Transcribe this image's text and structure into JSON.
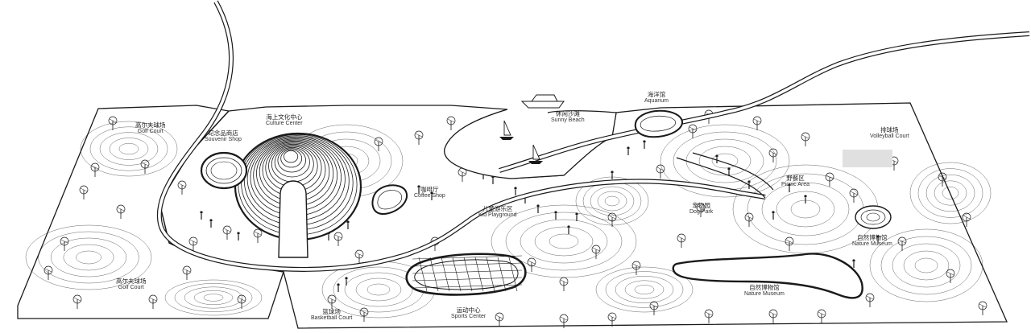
{
  "colors": {
    "ink": "#1a1a1a",
    "line": "#555555",
    "paper": "#ffffff",
    "shade": "#e0e0e0"
  },
  "labels": {
    "golf_court_top": {
      "zh": "高尔夫球场",
      "en": "Golf Court"
    },
    "souvenir_shop": {
      "zh": "纪念品商店",
      "en": "Souvenir Shop"
    },
    "culture_center": {
      "zh": "海上文化中心",
      "en": "Culture Center"
    },
    "coffee_shop": {
      "zh": "咖啡厅",
      "en": "Coffee Shop"
    },
    "kid_playground": {
      "zh": "儿童游乐区",
      "en": "Kid Playground"
    },
    "sunny_beach": {
      "zh": "休闲沙滩",
      "en": "Sunny Beach"
    },
    "aquarium": {
      "zh": "海洋馆",
      "en": "Aquarium"
    },
    "volleyball_court": {
      "zh": "排球场",
      "en": "Volleyball Court"
    },
    "picnic_area": {
      "zh": "野餐区",
      "en": "Picnic Area"
    },
    "dog_park": {
      "zh": "宠物园",
      "en": "Dog Park"
    },
    "nature_museum_r": {
      "zh": "自然博物馆",
      "en": "Nature Museum"
    },
    "nature_museum_b": {
      "zh": "自然博物馆",
      "en": "Nature Museum"
    },
    "golf_court_low": {
      "zh": "高尔夫球场",
      "en": "Golf Court"
    },
    "basketball_court": {
      "zh": "篮球场",
      "en": "Basketball Court"
    },
    "sports_center": {
      "zh": "运动中心",
      "en": "Sports Center"
    }
  }
}
